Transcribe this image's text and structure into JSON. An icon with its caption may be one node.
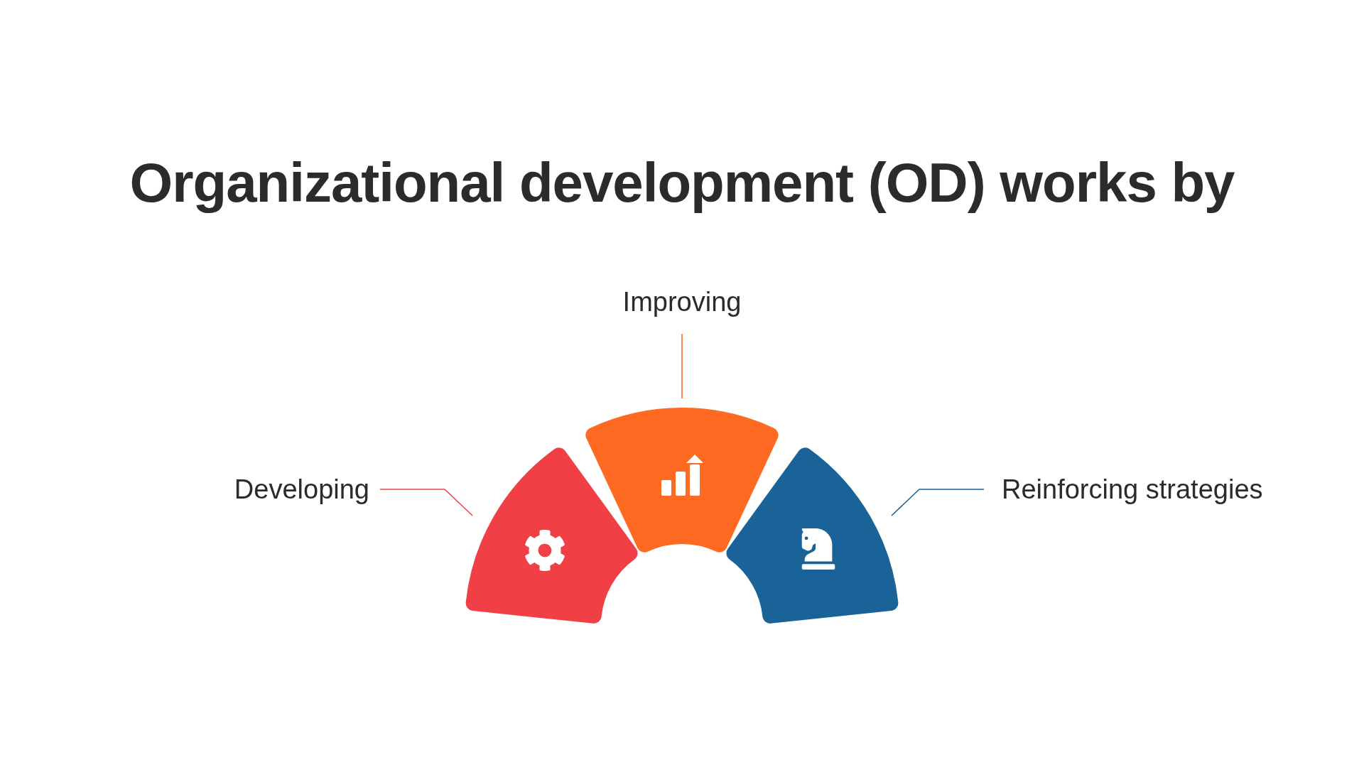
{
  "diagram": {
    "title": "Organizational development (OD) works by",
    "nodes": [
      {
        "text": [
          "Improving"
        ]
      },
      {
        "text": [
          "Developing"
        ]
      },
      {
        "text": [
          "Reinforcing strategies"
        ]
      },
      {
        "text": [],
        "shape": "sector"
      },
      {
        "text": [],
        "shape": "sector"
      },
      {
        "text": [],
        "shape": "sector"
      }
    ],
    "edges": [
      {
        "from": 0,
        "to": 4,
        "arrow": "none",
        "color": "#ff6a22"
      },
      {
        "from": 1,
        "to": 3,
        "arrow": "none",
        "color": "#f04046"
      },
      {
        "from": 2,
        "to": 5,
        "arrow": "none",
        "color": "#1a6399"
      }
    ]
  }
}
